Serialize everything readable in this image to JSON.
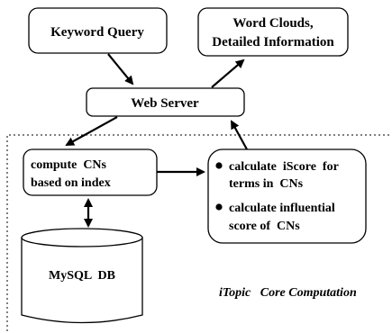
{
  "nodes": {
    "keyword_query": {
      "label": "Keyword Query"
    },
    "word_clouds": {
      "line1": "Word Clouds,",
      "line2": "Detailed Information"
    },
    "web_server": {
      "label": "Web Server"
    },
    "compute_cns": {
      "line1": "compute  CNs",
      "line2": "based on index"
    },
    "calc_box": {
      "items": [
        {
          "line1": "calculate  iScore  for",
          "line2": "terms in  CNs"
        },
        {
          "line1": "calculate influential",
          "line2": "score of  CNs"
        }
      ]
    },
    "mysql_db": {
      "label": "MySQL  DB"
    }
  },
  "region": {
    "label": "iTopic   Core Computation"
  }
}
